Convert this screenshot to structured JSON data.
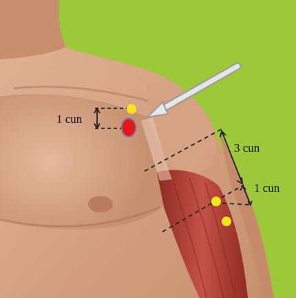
{
  "labels": {
    "upper_chest_spacing": "1 cun",
    "arm_long_spacing": "3 cun",
    "arm_short_spacing": "1 cun"
  },
  "colors": {
    "background": "#9cc83a",
    "skin": "#d9a98b",
    "skin_shadow": "#b98466",
    "muscle": "#b8443a",
    "point_marker": "#f5e51c",
    "target_point": "#e8141c",
    "arrow": "#dedede",
    "guide_lines": "#222222"
  },
  "icons": {
    "pointer": "arrow-icon",
    "target": "target-point-icon",
    "reference": "reference-point-icon"
  }
}
